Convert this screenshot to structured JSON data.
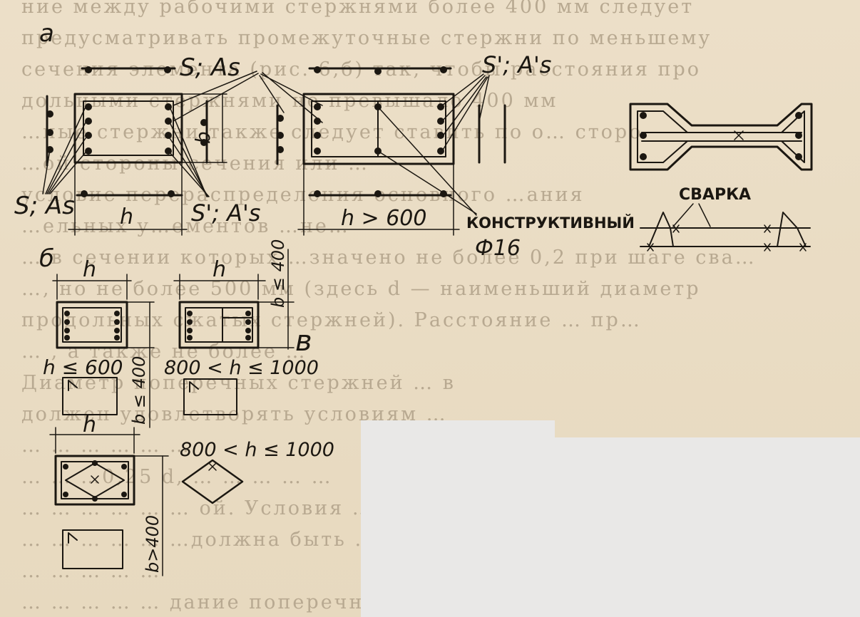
{
  "background_text": [
    "ние между рабочими стержнями более 400 мм следует",
    "предусматривать промежуточные стержни по меньшему",
    "сечения элемента (рис. 6,б) так, чтобы расстояния про",
    "дольными стержнями не превышало 400 мм",
    "…ные стержни также следует ставить по о… сторо",
    "…ой стороны сечения или …",
    "условие перераспределения основного …ания",
    "…ельных у…ементов …не…",
    "… в сечении которых …значено не более 0,2 при шаге сва…",
    "…, но не более 500 мм (здесь d — наименьший диаметр",
    "продольных сжатых стержней). Расстояние … пр…",
    "… , а также не более …",
    "Диаметр поперечных стержней … в",
    "должен удовлетворять условиям …",
    "… … … … … …",
    "… … …0,25 d, … … … … …",
    "… … … … … … ой. Условия …",
    "… … … … … …должна быть …",
    "… … … … …",
    "… … … … … дание поперечных стерж…"
  ],
  "labels": {
    "panel_a": "а",
    "panel_b": "б",
    "panel_v": "в",
    "s_as_top": "S; As",
    "s_as_prime_top": "S'; A's",
    "s_as_left": "S; As",
    "s_as_prime_mid": "S'; A's",
    "b_dim": "b",
    "h_dim_a": "h",
    "h_gt_600": "h > 600",
    "konstruktivny": "КОНСТРУКТИВНЫЙ",
    "phi16": "Ф16",
    "svarka": "СВАРКА",
    "b_le_400_top": "b ≤ 400",
    "h_b1": "h",
    "h_b2": "h",
    "h_le_600": "h ≤ 600",
    "range_800_1000_a": "800 < h ≤ 1000",
    "b_le_400_mid": "b ≤ 400",
    "h_b3": "h",
    "range_800_1000_b": "800 < h ≤ 1000",
    "b_gt_400": "b>400"
  },
  "colors": {
    "paper": "#e9dcc4",
    "ink": "#1b1711",
    "print_ghost": "#b8a991",
    "overlay": "#e9e8e7"
  }
}
